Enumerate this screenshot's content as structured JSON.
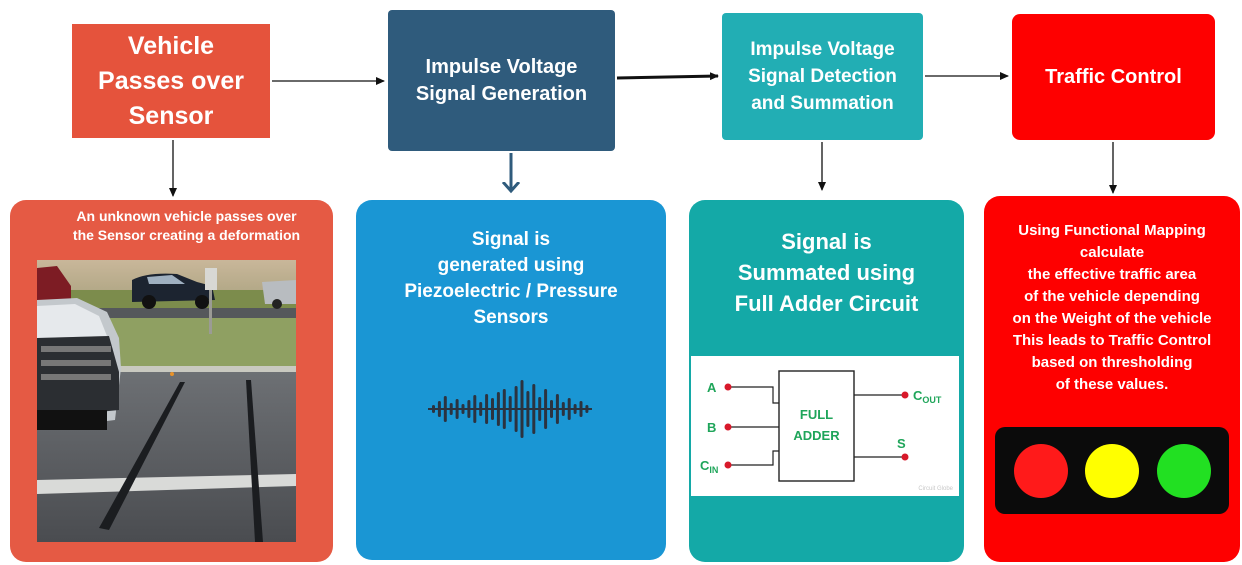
{
  "steps": [
    {
      "title": "Vehicle\nPasses over\nSensor",
      "color": "#e5533c"
    },
    {
      "title": "Impulse Voltage\nSignal Generation",
      "color": "#2f5b7c"
    },
    {
      "title": "Impulse Voltage\nSignal Detection\nand Summation",
      "color": "#22aeb4"
    },
    {
      "title": "Traffic Control",
      "color": "#fe0000"
    }
  ],
  "details": [
    {
      "text": "An unknown vehicle passes over\nthe Sensor creating a deformation",
      "color": "#e55a44"
    },
    {
      "text": "Signal is\ngenerated using\nPiezoelectric / Pressure\nSensors",
      "color": "#1a96d4"
    },
    {
      "text": "Signal is\nSummated using\nFull Adder Circuit",
      "color": "#14a9a7"
    },
    {
      "text": "Using Functional Mapping\ncalculate\nthe effective traffic area\nof the vehicle depending\non the Weight of the vehicle\nThis leads to Traffic Control\nbased on thresholding\nof these values.",
      "color": "#fe0000"
    }
  ],
  "full_adder": {
    "block_line1": "FULL",
    "block_line2": "ADDER",
    "input_a": "A",
    "input_b": "B",
    "input_cin_main": "C",
    "input_cin_sub": "IN",
    "output_cout_main": "C",
    "output_cout_sub": "OUT",
    "output_s": "S",
    "watermark": "Circuit Globe",
    "label_color": "#1fa55a",
    "dot_color": "#d8192a"
  },
  "traffic_light": {
    "lamps": [
      "red",
      "yellow",
      "green"
    ],
    "colors": [
      "#ff1a1a",
      "#ffff00",
      "#22e022"
    ]
  },
  "icons": [
    "sound-wave-icon",
    "traffic-light-icon",
    "full-adder-circuit"
  ]
}
